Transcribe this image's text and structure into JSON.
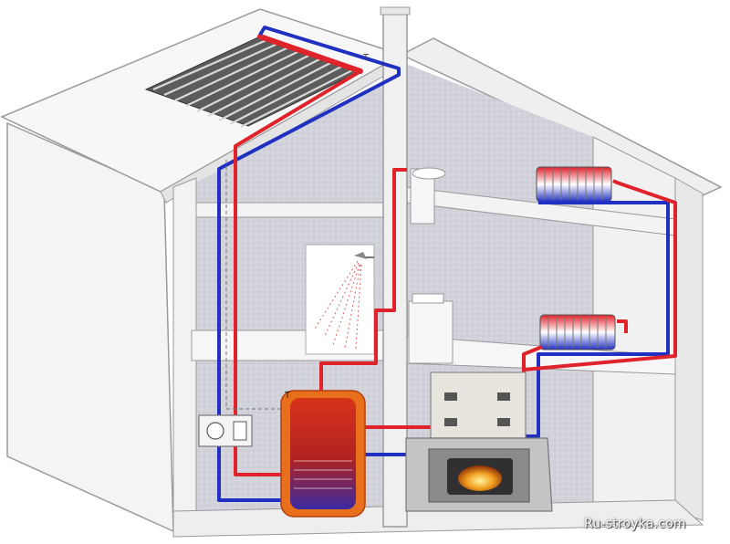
{
  "watermark": "Ru-stroyka.com",
  "colors": {
    "hot_pipe": "#e0222a",
    "cold_pipe": "#2030c0",
    "wall": "#f2f2f2",
    "wall_stroke": "#9a9a9a",
    "interior": "#d3d3db",
    "tank": "#e8551c",
    "stove": "#c8c8c8",
    "fire": "#f0a020"
  },
  "components": [
    "solar-collector",
    "chimney",
    "hot-water-tank",
    "pump-unit",
    "fireplace-stove",
    "radiator-upper",
    "radiator-lower",
    "shower",
    "sink",
    "toilet"
  ]
}
